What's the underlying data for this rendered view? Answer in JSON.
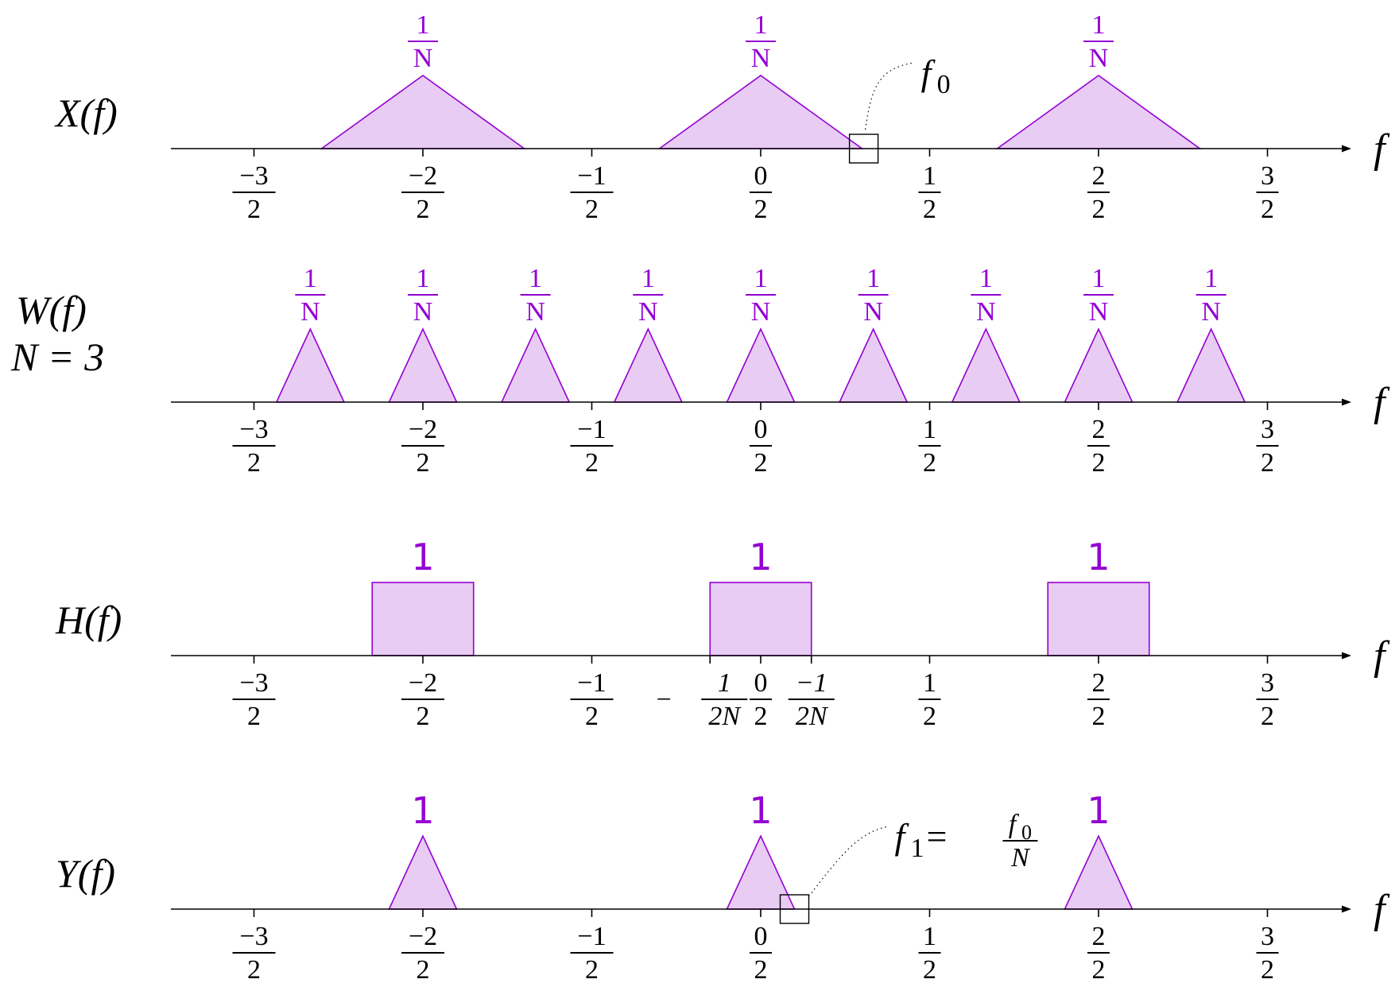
{
  "colors": {
    "fill": "#e8ccf3",
    "stroke": "#9400d3",
    "amplitude": "#9400d3",
    "axis": "#000000"
  },
  "axis_label": "f",
  "ticks": [
    {
      "value": -1.5,
      "num": "−3",
      "den": "2"
    },
    {
      "value": -1.0,
      "num": "−2",
      "den": "2"
    },
    {
      "value": -0.5,
      "num": "−1",
      "den": "2"
    },
    {
      "value": 0.0,
      "num": "0",
      "den": "2"
    },
    {
      "value": 0.5,
      "num": "1",
      "den": "2"
    },
    {
      "value": 1.0,
      "num": "2",
      "den": "2"
    },
    {
      "value": 1.5,
      "num": "3",
      "den": "2"
    }
  ],
  "panels": [
    {
      "label_lines": [
        "X(f)"
      ],
      "shape": "triangle",
      "centers": [
        -1.0,
        0.0,
        1.0
      ],
      "half_width": 0.3,
      "amplitude": {
        "num": "1",
        "den": "N"
      },
      "callout": {
        "text": "f",
        "sub": "0",
        "at": 0.305
      }
    },
    {
      "label_lines": [
        "W(f)",
        "N = 3"
      ],
      "shape": "triangle",
      "centers": [
        -1.3333,
        -1.0,
        -0.6667,
        -0.3333,
        0.0,
        0.3333,
        0.6667,
        1.0,
        1.3333
      ],
      "half_width": 0.1,
      "amplitude": {
        "num": "1",
        "den": "N"
      }
    },
    {
      "label_lines": [
        "H(f)"
      ],
      "shape": "rect",
      "centers": [
        -1.0,
        0.0,
        1.0
      ],
      "half_width": 0.15,
      "amplitude": {
        "text": "1"
      },
      "edge_ticks": [
        {
          "value": -0.15,
          "prefix": "−",
          "num": "1",
          "den": "2N"
        },
        {
          "value": 0.15,
          "prefix": "",
          "num": "−1",
          "den": "2N"
        }
      ]
    },
    {
      "label_lines": [
        "Y(f)"
      ],
      "shape": "triangle",
      "centers": [
        -1.0,
        0.0,
        1.0
      ],
      "half_width": 0.1,
      "amplitude": {
        "text": "1"
      },
      "callout": {
        "text": "f",
        "sub": "1",
        "eq": " = ",
        "frac_num": "f",
        "frac_num_sub": "0",
        "frac_den": "N",
        "at": 0.1
      }
    }
  ]
}
